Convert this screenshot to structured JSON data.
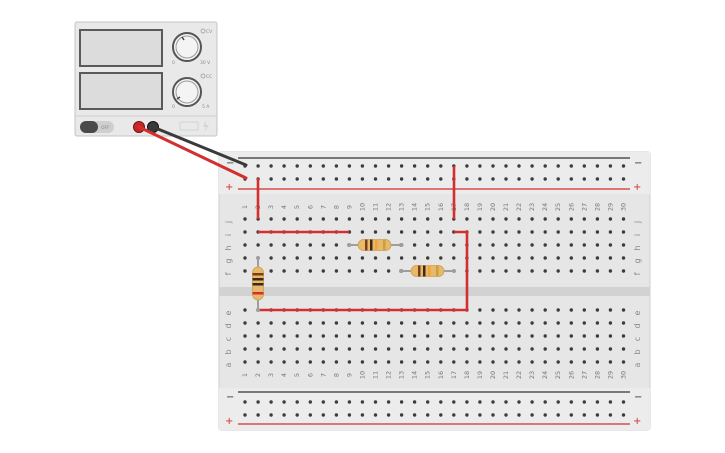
{
  "power_supply": {
    "voltage_display": "",
    "current_display": "",
    "voltage_knob_label": "CV",
    "current_knob_label": "CC",
    "voltage_knob_min": "0",
    "voltage_knob_max": "30 V",
    "current_knob_min": "0",
    "current_knob_max": "5 A",
    "switch_label": "OFF",
    "terminal_positive_color": "#c62828",
    "terminal_negative_color": "#3a3a3a",
    "body_icon": "lightning-icon"
  },
  "breadboard": {
    "columns": [
      "1",
      "2",
      "3",
      "4",
      "5",
      "6",
      "7",
      "8",
      "9",
      "10",
      "11",
      "12",
      "13",
      "14",
      "15",
      "16",
      "17",
      "18",
      "19",
      "20",
      "21",
      "22",
      "23",
      "24",
      "25",
      "26",
      "27",
      "28",
      "29",
      "30"
    ],
    "rows_top": [
      "j",
      "i",
      "h",
      "g",
      "f"
    ],
    "rows_bottom": [
      "e",
      "d",
      "c",
      "b",
      "a"
    ],
    "rail_minus": "−",
    "rail_plus": "+",
    "rail_red": "#d32f2f",
    "rail_dark": "#333333"
  },
  "components": {
    "resistor_colors": {
      "body": "#e8b96a",
      "band_dark": "#3a2a1a",
      "band_brown": "#7a3f18",
      "band_orange": "#f2a33a",
      "band_red": "#d32f2f",
      "band_gold": "#c9a040"
    },
    "wire_color": "#d32f2f",
    "lead_color": "#9e9e9e"
  }
}
